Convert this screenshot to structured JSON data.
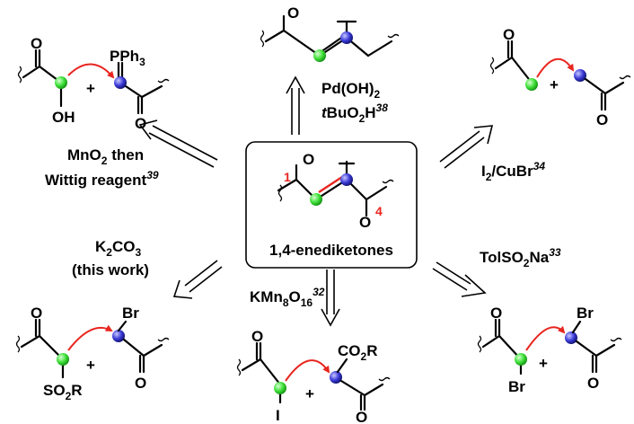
{
  "center": {
    "label": "1,4-enediketones",
    "pos1": "1",
    "pos4": "4"
  },
  "top": {
    "reagent_line1_main": "Pd(OH)",
    "reagent_line1_sub": "2",
    "reagent_line2_ital": "t",
    "reagent_line2_main": "BuO",
    "reagent_line2_sub": "2",
    "reagent_line2_tail": "H",
    "ref": "38"
  },
  "top_left": {
    "reagent_line1_main": "MnO",
    "reagent_line1_sub": "2",
    "reagent_line1_tail": " then",
    "reagent_line2": "Wittig reagent",
    "ref": "39",
    "atom_O": "O",
    "atom_OH": "OH",
    "atom_P": "PPh",
    "atom_P_sub": "3",
    "atom_O2": "O",
    "plus": "+"
  },
  "top_right": {
    "reagent_main": "I",
    "reagent_sub": "2",
    "reagent_tail": "/CuBr",
    "ref": "34",
    "atom_O": "O",
    "atom_O2": "O",
    "plus": "+"
  },
  "bottom_left": {
    "reagent_main": "K",
    "reagent_sub": "2",
    "reagent_tail": "CO",
    "reagent_sub2": "3",
    "note": "(this work)",
    "atom_O": "O",
    "atom_SO2R_a": "SO",
    "atom_SO2R_sub": "2",
    "atom_SO2R_b": "R",
    "atom_Br": "Br",
    "atom_O2": "O",
    "plus": "+"
  },
  "bottom_center": {
    "reagent_main": "KMn",
    "reagent_sub": "8",
    "reagent_mid": "O",
    "reagent_sub2": "16",
    "ref": "32",
    "atom_O": "O",
    "atom_I": "I",
    "atom_CO2R_a": "CO",
    "atom_CO2R_sub": "2",
    "atom_CO2R_b": "R",
    "atom_O2": "O",
    "plus": "+"
  },
  "bottom_right": {
    "reagent_main": "TolSO",
    "reagent_sub": "2",
    "reagent_tail": "Na",
    "ref": "33",
    "atom_O": "O",
    "atom_Br1": "Br",
    "atom_Br2": "Br",
    "atom_O2": "O",
    "plus": "+"
  },
  "colors": {
    "green_atom": "#3fe03a",
    "blue_atom": "#3a3ad8",
    "red": "#e8251f"
  }
}
